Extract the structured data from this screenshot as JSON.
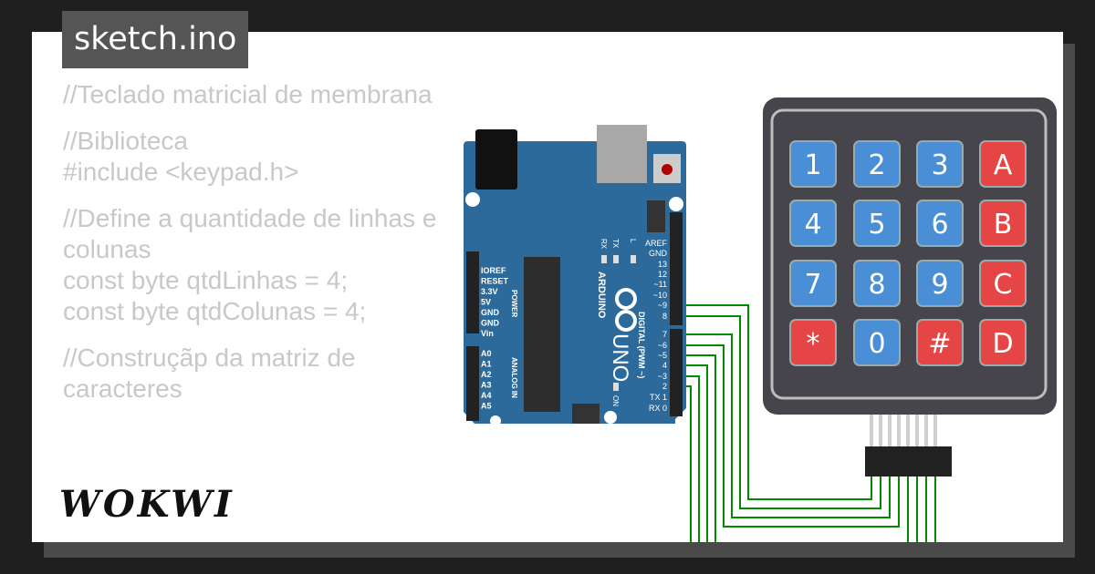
{
  "file_tab": {
    "title": "sketch.ino"
  },
  "code": {
    "lines": [
      "//Teclado matricial de membrana",
      "",
      "//Biblioteca",
      "#include <keypad.h>",
      "",
      "//Define a quantidade de linhas e colunas",
      "const byte qtdLinhas = 4;",
      "const byte qtdColunas = 4;",
      "",
      "//Construçãp da matriz de caracteres"
    ]
  },
  "arduino": {
    "brand": "ARDUINO",
    "model": "UNO",
    "power_header_label": "POWER",
    "analog_header_label": "ANALOG IN",
    "digital_header_label": "DIGITAL (PWM ~)",
    "on_label": "ON",
    "led_labels": [
      "RX",
      "TX",
      "L"
    ],
    "power_pins": [
      "IOREF",
      "RESET",
      "3.3V",
      "5V",
      "GND",
      "GND",
      "Vin"
    ],
    "analog_pins": [
      "A0",
      "A1",
      "A2",
      "A3",
      "A4",
      "A5"
    ],
    "digital_pins": [
      "AREF",
      "GND",
      "13",
      "12",
      "~11",
      "~10",
      "~9",
      "8",
      "7",
      "~6",
      "~5",
      "4",
      "~3",
      "2",
      "TX 1",
      "RX 0"
    ]
  },
  "keypad": {
    "keys": [
      [
        "1",
        "2",
        "3",
        "A"
      ],
      [
        "4",
        "5",
        "6",
        "B"
      ],
      [
        "7",
        "8",
        "9",
        "C"
      ],
      [
        "*",
        "0",
        "#",
        "D"
      ]
    ],
    "colors": {
      "number": "#4a8fd6",
      "letter": "#e64545",
      "body": "#45454b"
    }
  },
  "wire_color": "#008a00",
  "logo": {
    "text": "WOKWI"
  }
}
